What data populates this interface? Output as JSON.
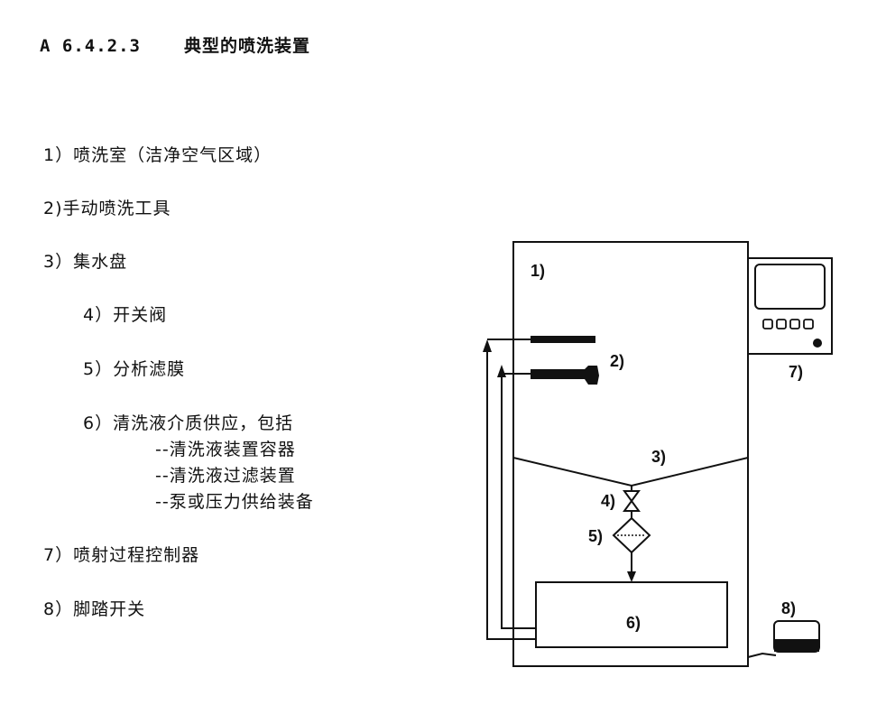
{
  "heading": {
    "number": "A 6.4.2.3",
    "title": "典型的喷洗装置"
  },
  "legend": [
    {
      "text": "1）喷洗室（洁净空气区域）"
    },
    {
      "text": "2)手动喷洗工具"
    },
    {
      "text": "3）集水盘"
    },
    {
      "text": "4）开关阀"
    },
    {
      "text": "5）分析滤膜"
    },
    {
      "text": "6）清洗液介质供应，包括"
    },
    {
      "text": "7）喷射过程控制器"
    },
    {
      "text": "8）脚踏开关"
    }
  ],
  "legend_sub": [
    {
      "text": "--清洗液装置容器"
    },
    {
      "text": "--清洗液过滤装置"
    },
    {
      "text": "--泵或压力供给装备"
    }
  ],
  "diagram": {
    "labels": {
      "l1": "1)",
      "l2": "2)",
      "l3": "3)",
      "l4": "4)",
      "l5": "5)",
      "l6": "6)",
      "l7": "7)",
      "l8": "8)"
    }
  }
}
